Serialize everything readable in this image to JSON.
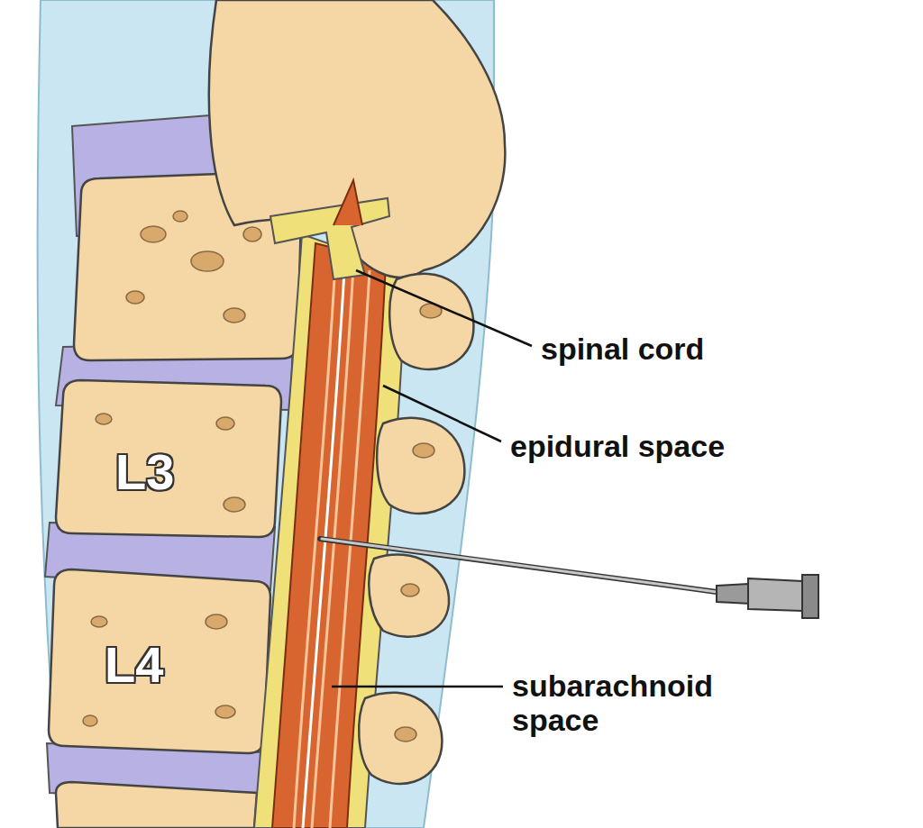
{
  "diagram": {
    "labels": [
      "spinal cord",
      "epidural space",
      "L3",
      "L4",
      "subarachnoid space"
    ]
  }
}
